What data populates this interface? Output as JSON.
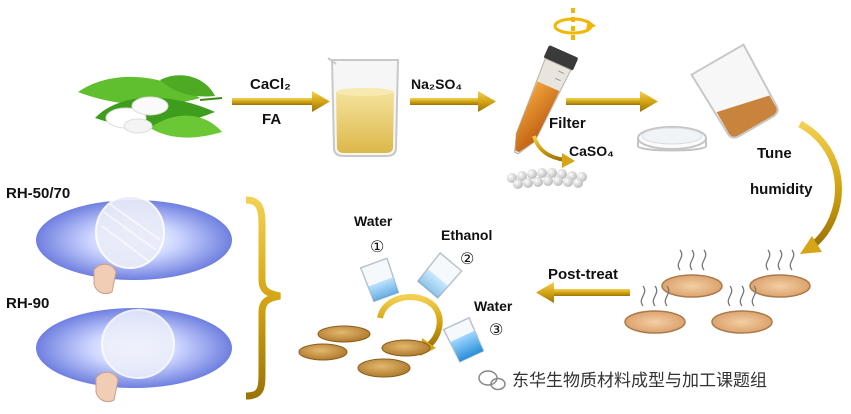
{
  "flow": {
    "step1": {
      "reagent": "CaCl₂",
      "solvent": "FA"
    },
    "step2": {
      "reagent": "Na₂SO₄"
    },
    "filter_label": "Filter",
    "byproduct_label": "CaSO₄",
    "tune_label": "Tune",
    "humidity_label": "humidity",
    "posttreat_label": "Post-treat",
    "wash_steps": [
      {
        "name": "Water",
        "marker": "①"
      },
      {
        "name": "Ethanol",
        "marker": "②"
      },
      {
        "name": "Water",
        "marker": "③"
      }
    ],
    "samples": [
      {
        "label": "RH-50/70"
      },
      {
        "label": "RH-90"
      }
    ]
  },
  "watermark": {
    "text": "东华生物质材料成型与加工课题组"
  },
  "colors": {
    "arrow_gold": "#d4a514",
    "solution_yellow": "#ecd27a",
    "film_glow": "#6f7fe0",
    "dish_fill": "#e9b88a"
  }
}
